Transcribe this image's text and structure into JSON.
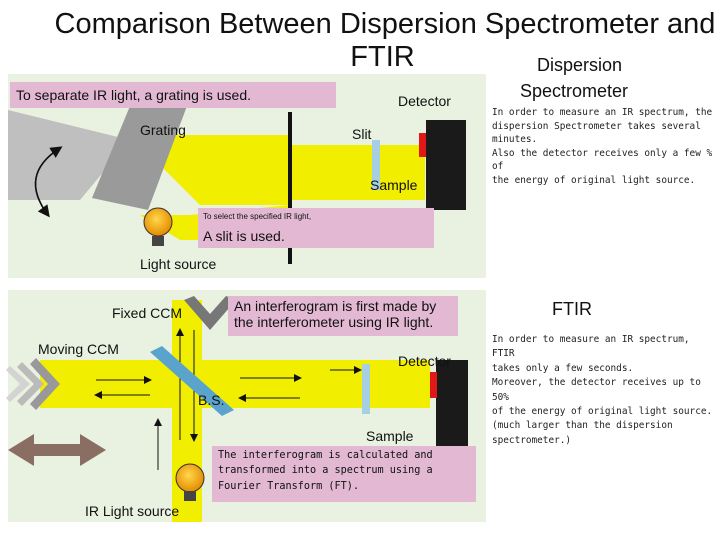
{
  "title": {
    "line1": "Comparison Between Dispersion Spectrometer and",
    "line2": "FTIR"
  },
  "dispersion": {
    "heading_line1": "Dispersion",
    "heading_line2": "Spectrometer",
    "grating_note": "To separate IR light, a grating is used.",
    "detector": "Detector",
    "grating": "Grating",
    "slit": "Slit",
    "sample": "Sample",
    "slit_note_small": "To select the specified IR light,",
    "slit_note_large": "A slit is used.",
    "light_source": "Light source",
    "description": [
      "In order to measure an IR spectrum, the",
      "dispersion Spectrometer takes several",
      "minutes.",
      "Also the detector receives only a few % of",
      "the energy of original light source."
    ]
  },
  "ftir": {
    "heading": "FTIR",
    "fixed_ccm": "Fixed CCM",
    "interferogram_note": "An interferogram is first made by the interferometer using IR light.",
    "moving_ccm": "Moving CCM",
    "detector": "Detector",
    "beam_splitter": "B.S.",
    "sample": "Sample",
    "transform_note": "The interferogram is calculated and transformed into a spectrum using a Fourier Transform (FT).",
    "light_source": "IR Light source",
    "description": [
      "In order to measure an IR spectrum, FTIR",
      "takes only a few seconds.",
      "Moreover, the detector receives up to 50%",
      "of the energy of original light source.",
      "(much larger than the dispersion",
      "spectrometer.)"
    ]
  },
  "colors": {
    "panel": "#e9f1e0",
    "beam": "#f2ee00",
    "label_box": "#e2b8d2",
    "sample": "#a6cfe4",
    "detector": "#1a1a1a",
    "detector_window": "#e01818",
    "beam_splitter": "#5aa3cd",
    "arrow": "#8a6e63"
  }
}
